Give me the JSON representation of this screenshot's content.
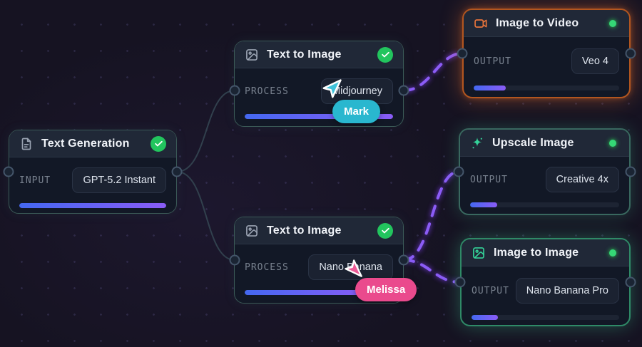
{
  "canvas": {
    "background": "#161322",
    "dot_color": "#2b2742"
  },
  "colors": {
    "node_body": "#121826",
    "node_header": "#202837",
    "node_border_teal": "#3b5a57",
    "node_border_orange": "#b3561f",
    "node_border_green": "#2f8a67",
    "connector_dashed": "#8b5cf6",
    "connector_faint": "#31404d",
    "progress_start": "#4468f1",
    "progress_end": "#8a5cf6",
    "check_green": "#22c55e",
    "status_dot_green": "#35d876",
    "cursor_mark_color": "#29b7cf",
    "cursor_melissa_color": "#ea4a8d",
    "icon_orange": "#e8743b",
    "icon_green": "#34d399",
    "icon_gray": "#9aa3b2"
  },
  "nodes": [
    {
      "title": "Text Generation",
      "icon": "file-text-icon",
      "badge": "check",
      "row_label": "INPUT",
      "row_value": "GPT-5.2 Instant",
      "progress": "100%"
    },
    {
      "title": "Text to Image",
      "icon": "image-icon",
      "badge": "check",
      "row_label": "PROCESS",
      "row_value": "Midjourney",
      "progress": "100%"
    },
    {
      "title": "Text to Image",
      "icon": "image-icon",
      "badge": "check",
      "row_label": "PROCESS",
      "row_value": "Nano Banana",
      "progress": "85%"
    },
    {
      "title": "Image to Video",
      "icon": "video-icon",
      "badge": "dot",
      "row_label": "OUTPUT",
      "row_value": "Veo 4",
      "progress": "22%"
    },
    {
      "title": "Upscale Image",
      "icon": "sparkles-icon",
      "badge": "dot",
      "row_label": "OUTPUT",
      "row_value": "Creative 4x",
      "progress": "18%"
    },
    {
      "title": "Image to Image",
      "icon": "image-icon",
      "badge": "dot",
      "row_label": "OUTPUT",
      "row_value": "Nano Banana Pro",
      "progress": "18%"
    }
  ],
  "cursors": [
    {
      "name": "Mark"
    },
    {
      "name": "Melissa"
    }
  ]
}
